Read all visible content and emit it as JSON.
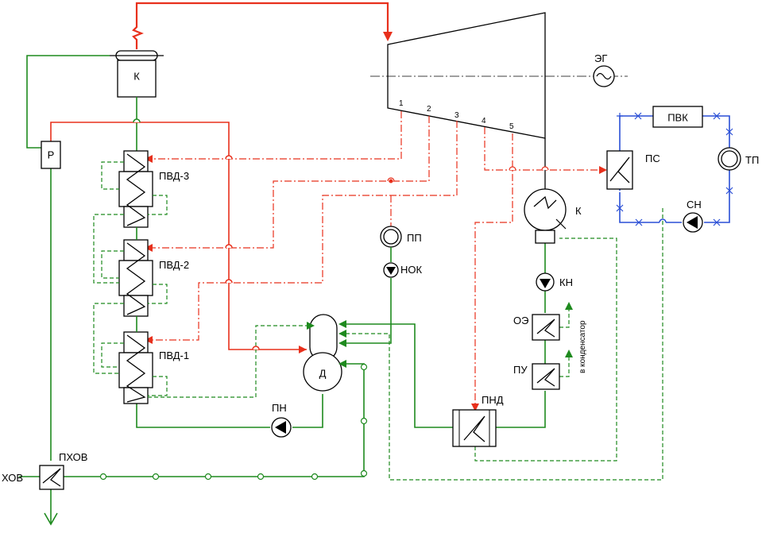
{
  "equipment": {
    "boiler": "К",
    "regulator": "Р",
    "hp_heater_3": "ПВД-3",
    "hp_heater_2": "ПВД-2",
    "hp_heater_1": "ПВД-1",
    "deaerator": "Д",
    "feed_pump": "ПН",
    "condenser": "К",
    "condensate_pump": "КН",
    "ejector_cooler": "ОЭ",
    "gland_cooler": "ПУ",
    "lp_heater": "ПНД",
    "makeup_heater": "ПХОВ",
    "makeup_water": "ХОВ",
    "generator": "ЭГ",
    "network_heater": "ПС",
    "peak_boiler": "ПВК",
    "heat_consumer": "ТП",
    "network_pump": "СН",
    "steam_superheater": "ПП",
    "drain_pump": "НОК"
  },
  "extractions": [
    "1",
    "2",
    "3",
    "4",
    "5"
  ],
  "notes": {
    "to_condenser": "в конденсатор"
  },
  "colors": {
    "live_steam": "#e8301c",
    "extraction_steam": "#e8301c",
    "feed_water": "#1e8a1e",
    "heating_network": "#2a4fd6"
  }
}
